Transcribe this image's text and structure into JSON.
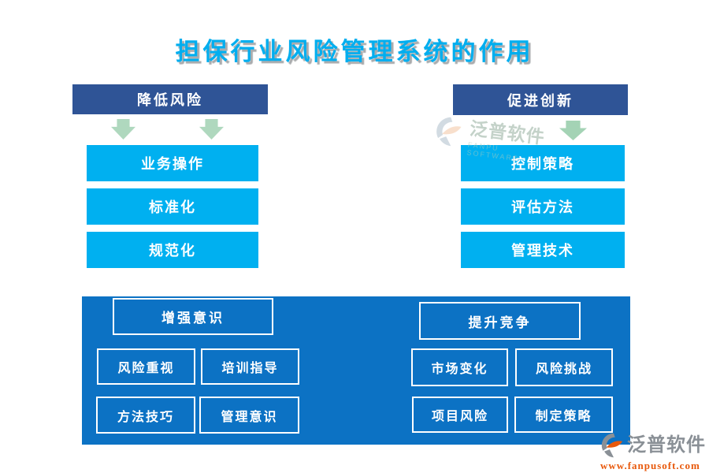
{
  "title": "担保行业风险管理系统的作用",
  "colors": {
    "title_blue": "#00AEEF",
    "header_dark_blue": "#2F5496",
    "item_cyan": "#00B0F0",
    "panel_blue": "#0C72C4",
    "arrow_green": "#AFD8BE",
    "watermark_orange": "#E8590C"
  },
  "left_group": {
    "header": "降低风险",
    "items": [
      "业务操作",
      "标准化",
      "规范化"
    ]
  },
  "right_group": {
    "header": "促进创新",
    "items": [
      "控制策略",
      "评估方法",
      "管理技术"
    ]
  },
  "bottom_left_group": {
    "header": "增强意识",
    "items": [
      "风险重视",
      "培训指导",
      "方法技巧",
      "管理意识"
    ]
  },
  "bottom_right_group": {
    "header": "提升竞争",
    "items": [
      "市场变化",
      "风险挑战",
      "项目风险",
      "制定策略"
    ]
  },
  "watermarks": {
    "center": {
      "name": "泛普软件",
      "sub": "FANPU SOFTWARE"
    },
    "corner": {
      "name": "泛普软件",
      "sub": "www.fanpusoft.com"
    }
  }
}
